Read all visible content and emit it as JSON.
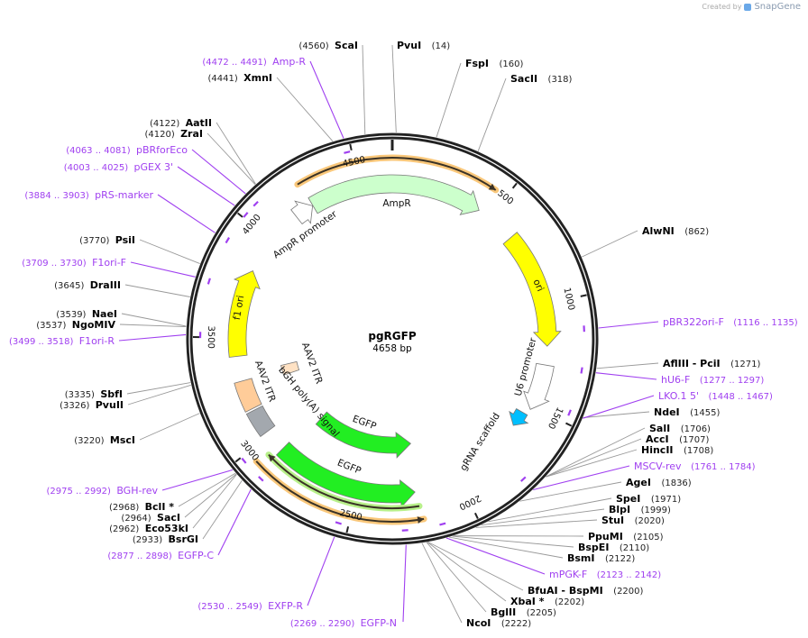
{
  "branding": {
    "created_by": "Created by",
    "brand": "SnapGene"
  },
  "plasmid": {
    "name": "pgRGFP",
    "length_label": "4658 bp",
    "length": 4658
  },
  "ticks": [
    "500",
    "1000",
    "1500",
    "2000",
    "2500",
    "3000",
    "3500",
    "4000",
    "4500"
  ],
  "features": [
    {
      "label": "AmpR",
      "start": 4260,
      "end": 440,
      "direction": 1,
      "color": "#ccffcc",
      "kind": "arrow",
      "ring": "mid"
    },
    {
      "label": "AmpR promoter",
      "start": 4165,
      "end": 4258,
      "direction": 1,
      "color": "#ffffff",
      "kind": "arrow",
      "ring": "mid"
    },
    {
      "label": "ori",
      "start": 640,
      "end": 1200,
      "direction": 1,
      "color": "#ffff00",
      "kind": "arrow",
      "ring": "mid"
    },
    {
      "label": "U6 promoter",
      "start": 1290,
      "end": 1515,
      "direction": 1,
      "color": "#ffffff",
      "kind": "arrow",
      "ring": "mid"
    },
    {
      "label": "gRNA scaffold",
      "start": 1545,
      "end": 1625,
      "direction": 1,
      "color": "#00bfff",
      "kind": "arrow",
      "ring": "in1"
    },
    {
      "label": "EGFP",
      "start": 2200,
      "end": 2870,
      "direction": -1,
      "color": "#22ee22",
      "kind": "arrow",
      "ring": "inner"
    },
    {
      "label": "EGFP",
      "start": 2220,
      "end": 2910,
      "direction": -1,
      "color": "#22ee22",
      "kind": "arrow",
      "ring": "mid"
    },
    {
      "label": "bGH poly(A) signal",
      "start": 3020,
      "end": 3140,
      "direction": 0,
      "color": "#a3a8ae",
      "kind": "box",
      "ring": "mid"
    },
    {
      "label": "AAV2 ITR",
      "start": 3150,
      "end": 3290,
      "direction": 0,
      "color": "#ffcc99",
      "kind": "box",
      "ring": "mid"
    },
    {
      "label": "AAV2 ITR",
      "start": 3255,
      "end": 3320,
      "direction": 0,
      "color": "#ffe2c4",
      "kind": "box",
      "ring": "inner"
    },
    {
      "label": "f1 ori",
      "start": 3410,
      "end": 3830,
      "direction": 1,
      "color": "#ffff00",
      "kind": "arrow",
      "ring": "mid"
    },
    {
      "label": "",
      "start": 4250,
      "end": 450,
      "direction": 1,
      "color": "#f9c77a",
      "kind": "line",
      "ring": "outer"
    },
    {
      "label": "",
      "start": 2210,
      "end": 2935,
      "direction": 1,
      "color": "#b8f08a",
      "kind": "line",
      "ring": "l1"
    },
    {
      "label": "",
      "start": 2200,
      "end": 2950,
      "direction": -1,
      "color": "#f9c77a",
      "kind": "line",
      "ring": "l2"
    }
  ],
  "sites": [
    {
      "name": "ScaI",
      "position": 4560
    },
    {
      "name": "PvuI",
      "position": 14
    },
    {
      "name": "FspI",
      "position": 160
    },
    {
      "name": "SacII",
      "position": 318
    },
    {
      "name": "AlwNI",
      "position": 862
    },
    {
      "name": "AflIII  - PciI",
      "position": 1271
    },
    {
      "name": "NdeI",
      "position": 1455
    },
    {
      "name": "SalI",
      "position": 1706
    },
    {
      "name": "AccI",
      "position": 1707
    },
    {
      "name": "HincII",
      "position": 1708
    },
    {
      "name": "AgeI",
      "position": 1836
    },
    {
      "name": "SpeI",
      "position": 1971
    },
    {
      "name": "BlpI",
      "position": 1999
    },
    {
      "name": "StuI",
      "position": 2020
    },
    {
      "name": "PpuMI",
      "position": 2105
    },
    {
      "name": "BspEI",
      "position": 2110
    },
    {
      "name": "BsmI",
      "position": 2122
    },
    {
      "name": "BfuAI  - BspMI",
      "position": 2200
    },
    {
      "name": "XbaI *",
      "position": 2202
    },
    {
      "name": "BglII",
      "position": 2205
    },
    {
      "name": "NcoI",
      "position": 2222
    },
    {
      "name": "BsrGI",
      "position": 2933
    },
    {
      "name": "Eco53kI",
      "position": 2962
    },
    {
      "name": "SacI",
      "position": 2964
    },
    {
      "name": "BclI *",
      "position": 2968
    },
    {
      "name": "MscI",
      "position": 3220
    },
    {
      "name": "PvuII",
      "position": 3326
    },
    {
      "name": "SbfI",
      "position": 3335
    },
    {
      "name": "NgoMIV",
      "position": 3537
    },
    {
      "name": "NaeI",
      "position": 3539
    },
    {
      "name": "DraIII",
      "position": 3645
    },
    {
      "name": "PsiI",
      "position": 3770
    },
    {
      "name": "ZraI",
      "position": 4120
    },
    {
      "name": "AatII",
      "position": 4122
    },
    {
      "name": "XmnI",
      "position": 4441
    }
  ],
  "primers": [
    {
      "name": "Amp-R",
      "start": 4472,
      "end": 4491
    },
    {
      "name": "pBR322ori-F",
      "start": 1116,
      "end": 1135
    },
    {
      "name": "hU6-F",
      "start": 1277,
      "end": 1297
    },
    {
      "name": "LKO.1 5'",
      "start": 1448,
      "end": 1467
    },
    {
      "name": "MSCV-rev",
      "start": 1761,
      "end": 1784
    },
    {
      "name": "mPGK-F",
      "start": 2123,
      "end": 2142
    },
    {
      "name": "EGFP-N",
      "start": 2269,
      "end": 2290
    },
    {
      "name": "EXFP-R",
      "start": 2530,
      "end": 2549
    },
    {
      "name": "EGFP-C",
      "start": 2877,
      "end": 2898
    },
    {
      "name": "BGH-rev",
      "start": 2975,
      "end": 2992
    },
    {
      "name": "F1ori-R",
      "start": 3499,
      "end": 3518
    },
    {
      "name": "F1ori-F",
      "start": 3709,
      "end": 3730
    },
    {
      "name": "pRS-marker",
      "start": 3884,
      "end": 3903
    },
    {
      "name": "pGEX 3'",
      "start": 4003,
      "end": 4025
    },
    {
      "name": "pBRforEco",
      "start": 4063,
      "end": 4081
    }
  ],
  "colors": {
    "primer": "#a040f0",
    "leader": "#999999",
    "backbone": "#222222"
  }
}
